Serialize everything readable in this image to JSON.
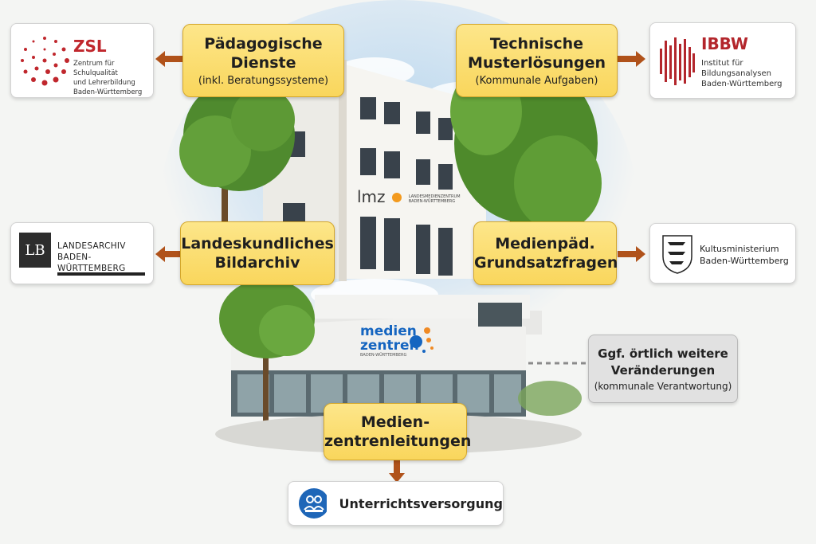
{
  "boxes": {
    "paed": {
      "title": "Pädagogische\nDienste",
      "sub": "(inkl. Beratungssysteme)"
    },
    "tech": {
      "title": "Technische\nMusterlösungen",
      "sub": "(Kommunale Aufgaben)"
    },
    "landes": {
      "title": "Landeskundliches\nBildarchiv"
    },
    "medienpaed": {
      "title": "Medienpäd.\nGrundsatzfragen"
    },
    "leitung": {
      "title": "Medien-\nzentrenleitungen"
    },
    "unterricht": {
      "title": "Unterrichtsversorgung",
      "icon": "teacher-student-icon"
    },
    "grey": {
      "title": "Ggf. örtlich weitere\nVeränderungen",
      "sub": "(kommunale Verantwortung)"
    }
  },
  "logos": {
    "zsl": {
      "abbr": "ZSL",
      "lines": [
        "Zentrum für Schulqualität",
        "und Lehrerbildung",
        "Baden-Württemberg"
      ]
    },
    "ibbw": {
      "abbr": "IBBW",
      "lines": [
        "Institut für",
        "Bildungsanalysen",
        "Baden-Württemberg"
      ]
    },
    "landesarchiv": {
      "mark": "LB",
      "lines": [
        "LANDESARCHIV",
        "BADEN-WÜRTTEMBERG"
      ]
    },
    "km": {
      "lines": [
        "Kultusministerium",
        "Baden-Württemberg"
      ]
    }
  },
  "building": {
    "lmz": "lmz",
    "lmz_sub": [
      "LANDESMEDIENZENTRUM",
      "BADEN-WÜRTTEMBERG"
    ],
    "mz_lines": [
      "medien",
      "zentren"
    ],
    "mz_sub": "BADEN-WÜRTTEMBERG"
  },
  "colors": {
    "arrow": "#b0521a",
    "yellow": "#f9d65c",
    "zsl_red": "#c0272d",
    "ibbw_red": "#b3262c",
    "mz_blue": "#1565c0",
    "mz_orange": "#f08a24"
  }
}
